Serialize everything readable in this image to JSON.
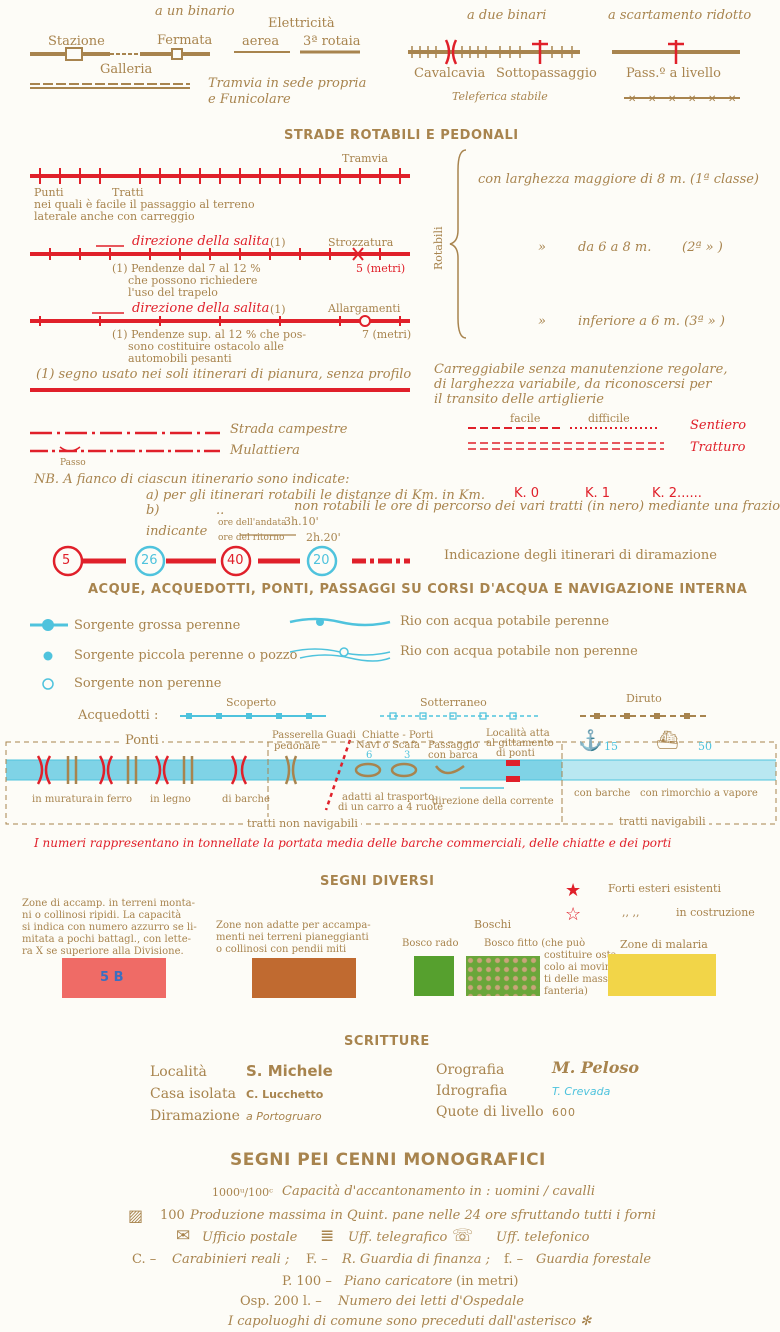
{
  "rail": {
    "single": "a un binario",
    "double": "a due binari",
    "narrow": "a scartamento ridotto",
    "stazione": "Stazione",
    "fermata": "Fermata",
    "elettricita": "Elettricità",
    "aerea": "aerea",
    "terza_rotaia": "3ª rotaia",
    "galleria": "Galleria",
    "tramvia_sede": "Tramvia in sede propria",
    "funicolare": "e Funicolare",
    "cavalcavia": "Cavalcavia",
    "sottopassaggio": "Sottopassaggio",
    "teleferica": "Teleferica stabile",
    "passaggio": "Pass.º a livello"
  },
  "roads": {
    "heading": "STRADE ROTABILI E PEDONALI",
    "tramvia": "Tramvia",
    "punti": "Punti",
    "tratti": "Tratti",
    "nei_quali_1": "nei quali è facile il passaggio al terreno",
    "nei_quali_2": "laterale anche con carreggio",
    "dir_salita_1": "direzione della salita",
    "mark1": "(1)",
    "strozzatura": "Strozzatura",
    "strozz_val": "5 (metri)",
    "pend1_1": "(1) Pendenze dal 7 al 12 %",
    "pend1_2": "che possono richiedere",
    "pend1_3": "l'uso del trapelo",
    "dir_salita_2": "direzione della salita",
    "mark2": "(1)",
    "allargamenti": "Allargamenti",
    "allarg_val": "7 (metri)",
    "pend2_1": "(1) Pendenze sup. al 12 % che pos-",
    "pend2_2": "sono costituire ostacolo alle",
    "pend2_3": "automobili pesanti",
    "segno": "(1) segno usato nei soli itinerari di pianura, senza profilo",
    "rotabili": "Rotabili",
    "class1": "con larghezza maggiore di 8 m. (1ª classe)",
    "class2_a": "»",
    "class2_b": "da 6 a 8 m.",
    "class2_c": "(2ª  »  )",
    "class3_a": "»",
    "class3_b": "inferiore a 6 m. (3ª  »  )",
    "carreggiabile_1": "Carreggiabile senza manutenzione regolare,",
    "carreggiabile_2": "di larghezza variabile, da riconoscersi per",
    "carreggiabile_3": "il transito delle artiglierie",
    "facile": "facile",
    "difficile": "difficile",
    "sentiero": "Sentiero",
    "tratturo": "Tratturo",
    "campestre": "Strada campestre",
    "mulattiera": "Mulattiera",
    "passo": "Passo"
  },
  "nb": {
    "line1": "NB. A fianco di ciascun itinerario sono indicate:",
    "line2": "a) per gli itinerari rotabili le distanze di Km. in Km.",
    "k0": "K. 0",
    "k1": "K. 1",
    "k2": "K. 2......",
    "line3_a": "b)",
    "line3_b": "..",
    "line3_c": "non rotabili le ore di percorso dei vari tratti (in nero) mediante una frazione",
    "indicante": "indicante",
    "andata": "ore dell'andata",
    "andata_val": "3h.10'",
    "ritorno": "ore del ritorno",
    "ritorno_val": "2h.20'",
    "c5": "5",
    "c26": "26",
    "c40": "40",
    "c20": "20",
    "diramazione": "Indicazione degli itinerari di diramazione"
  },
  "water": {
    "heading": "ACQUE, ACQUEDOTTI, PONTI, PASSAGGI SU CORSI D'ACQUA E NAVIGAZIONE INTERNA",
    "sorg_grossa": "Sorgente grossa perenne",
    "sorg_piccola": "Sorgente piccola perenne o pozzo",
    "sorg_non": "Sorgente non perenne",
    "rio_perenne": "Rio con acqua potabile perenne",
    "rio_non": "Rio con acqua potabile non perenne",
    "acquedotti": "Acquedotti :",
    "scoperto": "Scoperto",
    "sotterraneo": "Sotterraneo",
    "diruto": "Diruto",
    "ponti": "Ponti",
    "passerella": "Passerella",
    "pedonale": "pedonale",
    "guadi": "Guadi",
    "chiatte": "Chiatte - Porti",
    "navi": "Navi o Scafa",
    "n6": "6",
    "n3": "3",
    "passaggio_barca_1": "Passaggio",
    "passaggio_barca_2": "con barca",
    "localita_1": "Località atta",
    "localita_2": "al gittamento",
    "localita_3": "di ponti",
    "n15": "15",
    "n50": "50",
    "muratura": "in muratura",
    "ferro": "in ferro",
    "legno": "in legno",
    "barche": "di barche",
    "adatti_1": "adatti al trasporto",
    "adatti_2": "di un carro a 4 ruote",
    "direzione_corrente": "direzione della corrente",
    "con_barche": "con barche",
    "con_rimorchio": "con rimorchio a vapore",
    "non_navigabili": "tratti non navigabili",
    "navigabili": "tratti navigabili",
    "numeri": "I numeri rappresentano in tonnellate la portata media delle barche commerciali, delle chiatte e dei porti"
  },
  "segni": {
    "heading": "SEGNI DIVERSI",
    "forti_es": "Forti esteri esistenti",
    "forti_cos_a": ",,   ,,",
    "forti_cos_b": "in costruzione",
    "zone1_1": "Zone di accamp. in terreni monta-",
    "zone1_2": "ni o collinosi ripidi. La capacità",
    "zone1_3": "si indica con numero azzurro se li-",
    "zone1_4": "mitata a pochi battagl., con lette-",
    "zone1_5": "ra X se superiore alla Divisione.",
    "zone_label": "5  B",
    "zone2_1": "Zone non adatte per accampa-",
    "zone2_2": "menti nei terreni pianeggianti",
    "zone2_3": "o collinosi con pendii miti",
    "boschi": "Boschi",
    "bosco_rado": "Bosco rado",
    "bosco_fitto_1": "Bosco fitto (che può",
    "bosco_fitto_2": "costituire osta-",
    "bosco_fitto_3": "colo ai movimen-",
    "bosco_fitto_4": "ti delle masse di",
    "bosco_fitto_5": "fanteria)",
    "malaria": "Zone di malaria"
  },
  "scritture": {
    "heading": "SCRITTURE",
    "localita": "Località",
    "localita_ex": "S. Michele",
    "casa": "Casa isolata",
    "casa_ex": "C. Lucchetto",
    "diramazione": "Diramazione",
    "diramazione_ex": "a Portogruaro",
    "orografia": "Orografia",
    "orografia_ex": "M. Peloso",
    "idrografia": "Idrografia",
    "idrografia_ex": "T. Crevada",
    "quote": "Quote di livello",
    "quote_ex": "600"
  },
  "cenni": {
    "heading": "SEGNI PEI CENNI MONOGRAFICI",
    "line1_a": "1000ᵘ/100ᶜ",
    "line1_b": "Capacità d'accantonamento in : uomini / cavalli",
    "line2_a": "100",
    "line2_b": "Produzione massima in Quint. pane nelle 24 ore sfruttando tutti i forni",
    "ufficio_postale": "Ufficio postale",
    "uff_telegrafico": "Uff. telegrafico",
    "uff_telefonico": "Uff. telefonico",
    "carabinieri_a": "C. –",
    "carabinieri_b": "Carabinieri reali ;",
    "finanza_a": "F. –",
    "finanza_b": "R. Guardia di finanza ;",
    "forestale_a": "f. –",
    "forestale_b": "Guardia forestale",
    "piano_a": "P. 100 –",
    "piano_b": "Piano caricatore",
    "piano_c": "(in metri)",
    "osp_a": "Osp. 200 l. –",
    "osp_b": "Numero dei letti d'Ospedale",
    "capoluoghi": "I capoluoghi di comune sono preceduti dall'asterisco ✻"
  },
  "colors": {
    "gold": "#a8844e",
    "red": "#e0202a",
    "blue": "#4fc3dd",
    "salmon": "#ef6b66",
    "brown": "#c06a30",
    "green": "#56a02e",
    "yellow": "#f2d548"
  }
}
